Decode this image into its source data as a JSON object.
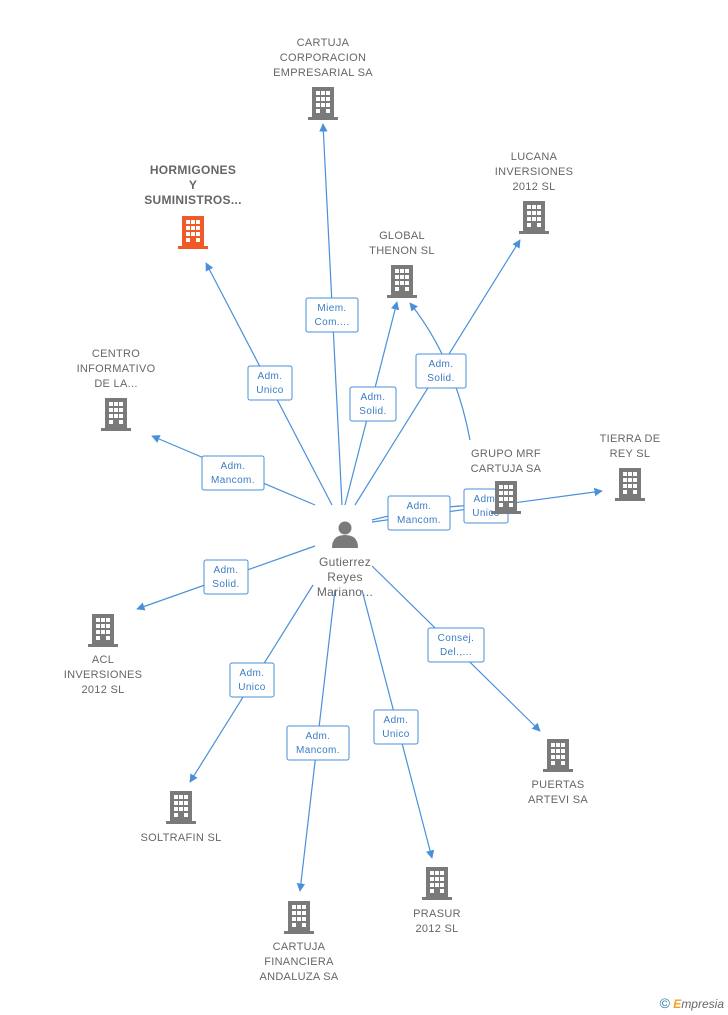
{
  "person": {
    "lines": [
      "Gutierrez",
      "Reyes",
      "Mariano..."
    ]
  },
  "companies": [
    {
      "id": "cartuja-corp",
      "lines": [
        "CARTUJA",
        "CORPORACION",
        "EMPRESARIAL SA"
      ],
      "color": "#7a7a7a"
    },
    {
      "id": "hormigones",
      "lines": [
        "HORMIGONES",
        "Y",
        "SUMINISTROS..."
      ],
      "color": "#f05a28",
      "focus": true
    },
    {
      "id": "lucana",
      "lines": [
        "LUCANA",
        "INVERSIONES",
        "2012 SL"
      ],
      "color": "#7a7a7a"
    },
    {
      "id": "global-thenon",
      "lines": [
        "GLOBAL",
        "THENON SL"
      ],
      "color": "#7a7a7a"
    },
    {
      "id": "centro-informativo",
      "lines": [
        "CENTRO",
        "INFORMATIVO",
        "DE LA..."
      ],
      "color": "#7a7a7a"
    },
    {
      "id": "grupo-mrf",
      "lines": [
        "GRUPO MRF",
        "CARTUJA SA"
      ],
      "color": "#7a7a7a"
    },
    {
      "id": "tierra-de-rey",
      "lines": [
        "TIERRA DE",
        "REY  SL"
      ],
      "color": "#7a7a7a"
    },
    {
      "id": "acl",
      "lines": [
        "ACL",
        "INVERSIONES",
        "2012 SL"
      ],
      "color": "#7a7a7a"
    },
    {
      "id": "soltrafin",
      "lines": [
        "SOLTRAFIN SL"
      ],
      "color": "#7a7a7a"
    },
    {
      "id": "cartuja-financiera",
      "lines": [
        "CARTUJA",
        "FINANCIERA",
        "ANDALUZA SA"
      ],
      "color": "#7a7a7a"
    },
    {
      "id": "prasur",
      "lines": [
        "PRASUR",
        "2012 SL"
      ],
      "color": "#7a7a7a"
    },
    {
      "id": "puertas-artevi",
      "lines": [
        "PUERTAS",
        "ARTEVI SA"
      ],
      "color": "#7a7a7a"
    }
  ],
  "edges": [
    {
      "to": "cartuja-corp",
      "lines": [
        "Miem.",
        "Com...."
      ]
    },
    {
      "to": "hormigones",
      "lines": [
        "Adm.",
        "Unico"
      ]
    },
    {
      "to": "lucana",
      "lines": [
        "Adm.",
        "Solid."
      ]
    },
    {
      "to": "global-thenon",
      "lines": [
        "Adm.",
        "Solid."
      ]
    },
    {
      "to": "centro-informativo",
      "lines": [
        "Adm.",
        "Mancom."
      ]
    },
    {
      "to": "grupo-mrf",
      "lines": [
        "Adm.",
        "Mancom."
      ]
    },
    {
      "to": "tierra-de-rey",
      "lines": [
        "Adm.",
        "Unico"
      ]
    },
    {
      "to": "acl",
      "lines": [
        "Adm.",
        "Solid."
      ]
    },
    {
      "to": "soltrafin",
      "lines": [
        "Adm.",
        "Unico"
      ]
    },
    {
      "to": "cartuja-financiera",
      "lines": [
        "Adm.",
        "Mancom."
      ]
    },
    {
      "to": "prasur",
      "lines": [
        "Adm.",
        "Unico"
      ]
    },
    {
      "to": "puertas-artevi",
      "lines": [
        "Consej.",
        "Del.,..."
      ]
    }
  ],
  "watermark": {
    "symbol": "©",
    "brand_initial": "E",
    "brand_rest": "mpresia"
  },
  "colors": {
    "edge": "#4a90d9",
    "building": "#7a7a7a",
    "focus": "#f05a28",
    "person": "#7a7a7a"
  }
}
